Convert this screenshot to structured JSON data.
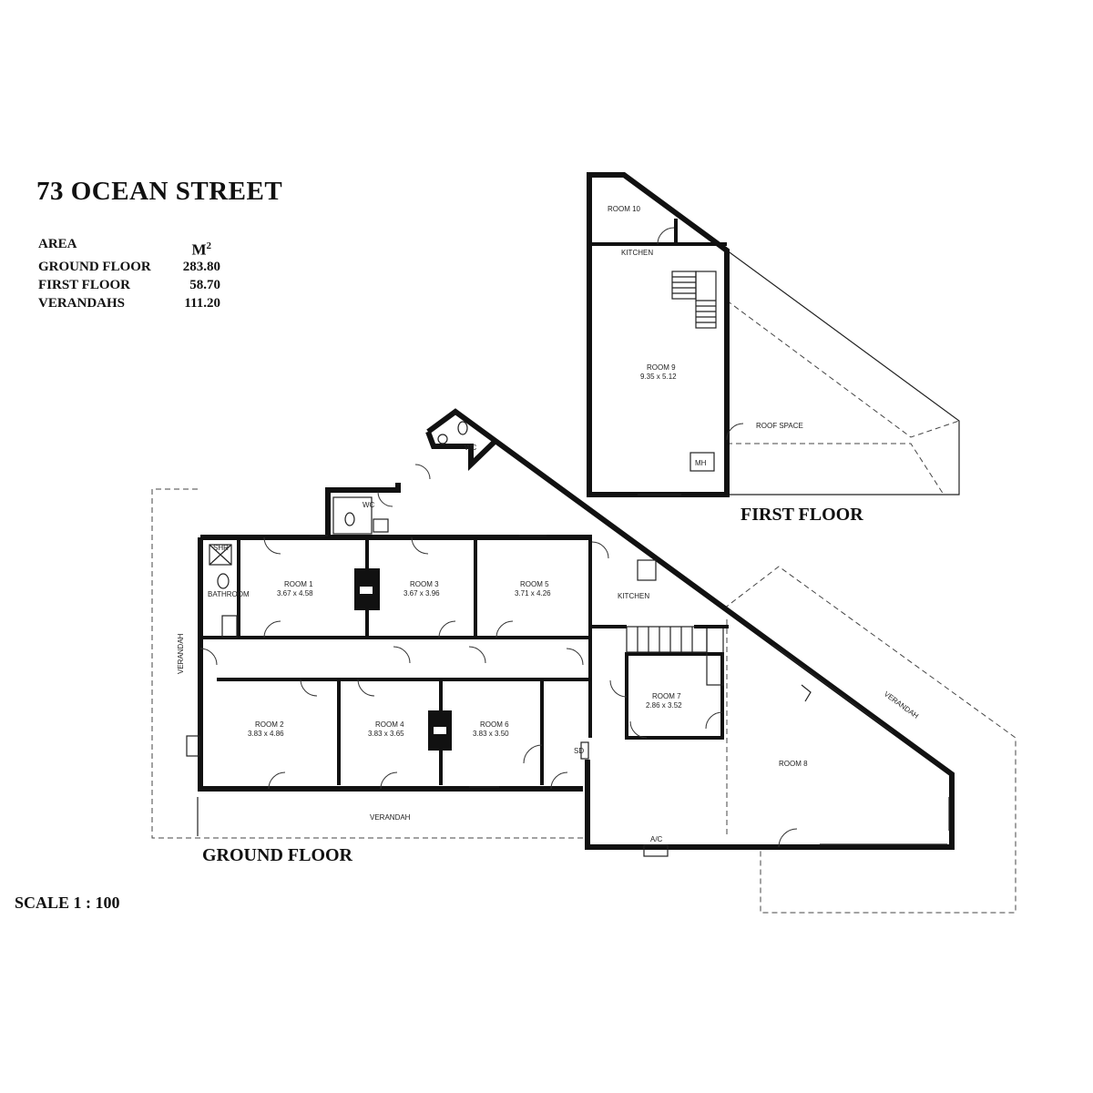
{
  "title": "73 OCEAN STREET",
  "area_table": {
    "header_label": "AREA",
    "unit_base": "M",
    "unit_exp": "2",
    "rows": [
      {
        "label": "GROUND FLOOR",
        "value": "283.80"
      },
      {
        "label": "FIRST FLOOR",
        "value": "58.70"
      },
      {
        "label": "VERANDAHS",
        "value": "111.20"
      }
    ]
  },
  "floors": {
    "ground_label": "GROUND FLOOR",
    "first_label": "FIRST FLOOR"
  },
  "scale": "SCALE 1 : 100",
  "rooms": {
    "room1": {
      "name": "ROOM 1",
      "dims": "3.67 x 4.58"
    },
    "room2": {
      "name": "ROOM 2",
      "dims": "3.83 x 4.86"
    },
    "room3": {
      "name": "ROOM 3",
      "dims": "3.67 x 3.96"
    },
    "room4": {
      "name": "ROOM 4",
      "dims": "3.83 x 3.65"
    },
    "room5": {
      "name": "ROOM 5",
      "dims": "3.71 x 4.26"
    },
    "room6": {
      "name": "ROOM 6",
      "dims": "3.83 x 3.50"
    },
    "room7": {
      "name": "ROOM 7",
      "dims": "2.86 x 3.52"
    },
    "room8": {
      "name": "ROOM 8"
    },
    "room9": {
      "name": "ROOM 9",
      "dims": "9.35 x 5.12"
    },
    "room10": {
      "name": "ROOM 10"
    }
  },
  "labels": {
    "kitchen_ground": "KITCHEN",
    "kitchen_first": "KITCHEN",
    "bathroom": "BATHROOM",
    "shr": "SHR",
    "wc1": "WC",
    "wc2": "WC",
    "verandah_west": "VERANDAH",
    "verandah_south": "VERANDAH",
    "verandah_east": "VERANDAH",
    "roof_space": "ROOF SPACE",
    "mh": "MH",
    "ac": "A/C",
    "sd": "SD"
  }
}
